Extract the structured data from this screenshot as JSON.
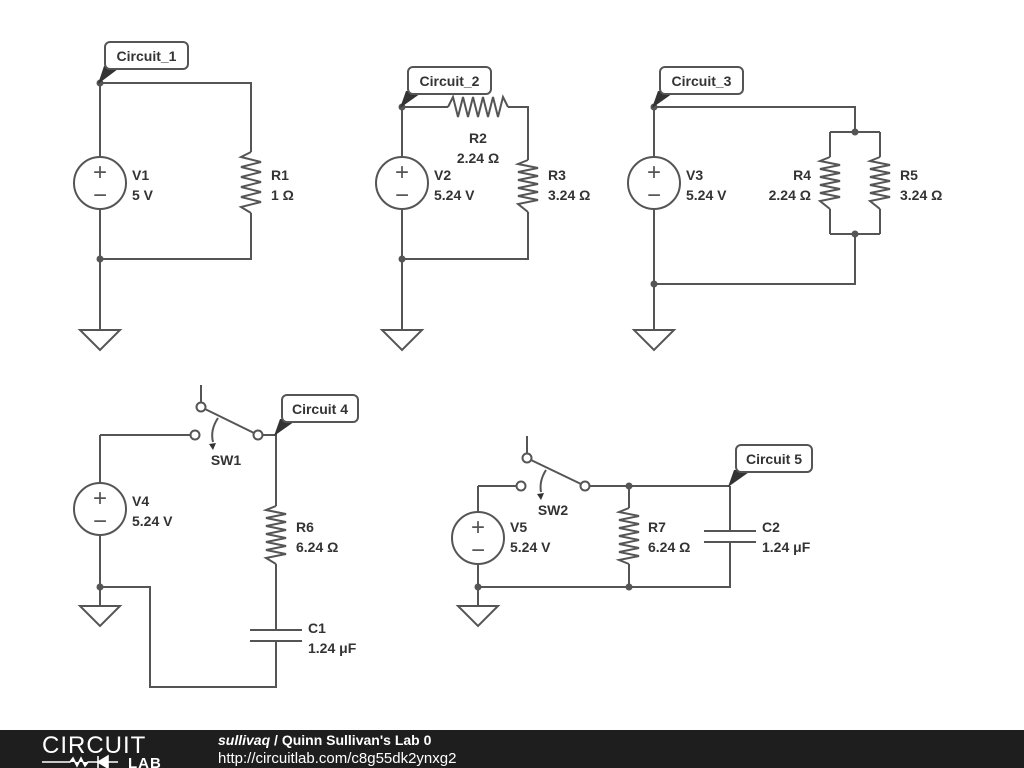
{
  "circuits": [
    {
      "tag": "Circuit_1",
      "components": [
        {
          "ref": "V1",
          "value": "5 V"
        },
        {
          "ref": "R1",
          "value": "1 Ω"
        }
      ]
    },
    {
      "tag": "Circuit_2",
      "components": [
        {
          "ref": "V2",
          "value": "5.24 V"
        },
        {
          "ref": "R2",
          "value": "2.24 Ω"
        },
        {
          "ref": "R3",
          "value": "3.24 Ω"
        }
      ]
    },
    {
      "tag": "Circuit_3",
      "components": [
        {
          "ref": "V3",
          "value": "5.24 V"
        },
        {
          "ref": "R4",
          "value": "2.24 Ω"
        },
        {
          "ref": "R5",
          "value": "3.24 Ω"
        }
      ]
    },
    {
      "tag": "Circuit 4",
      "components": [
        {
          "ref": "SW1",
          "value": ""
        },
        {
          "ref": "V4",
          "value": "5.24 V"
        },
        {
          "ref": "R6",
          "value": "6.24 Ω"
        },
        {
          "ref": "C1",
          "value": "1.24 μF"
        }
      ]
    },
    {
      "tag": "Circuit 5",
      "components": [
        {
          "ref": "SW2",
          "value": ""
        },
        {
          "ref": "V5",
          "value": "5.24 V"
        },
        {
          "ref": "R7",
          "value": "6.24 Ω"
        },
        {
          "ref": "C2",
          "value": "1.24 μF"
        }
      ]
    }
  ],
  "symbols": {
    "plus": "+",
    "minus": "−"
  },
  "footer": {
    "logo_top": "CIRCUIT",
    "logo_bottom": "LAB",
    "user": "sullivaq",
    "separator": "/",
    "title": "Quinn Sullivan's Lab 0",
    "url": "http://circuitlab.com/c8g55dk2ynxg2",
    "background": "#1e1e1e"
  }
}
